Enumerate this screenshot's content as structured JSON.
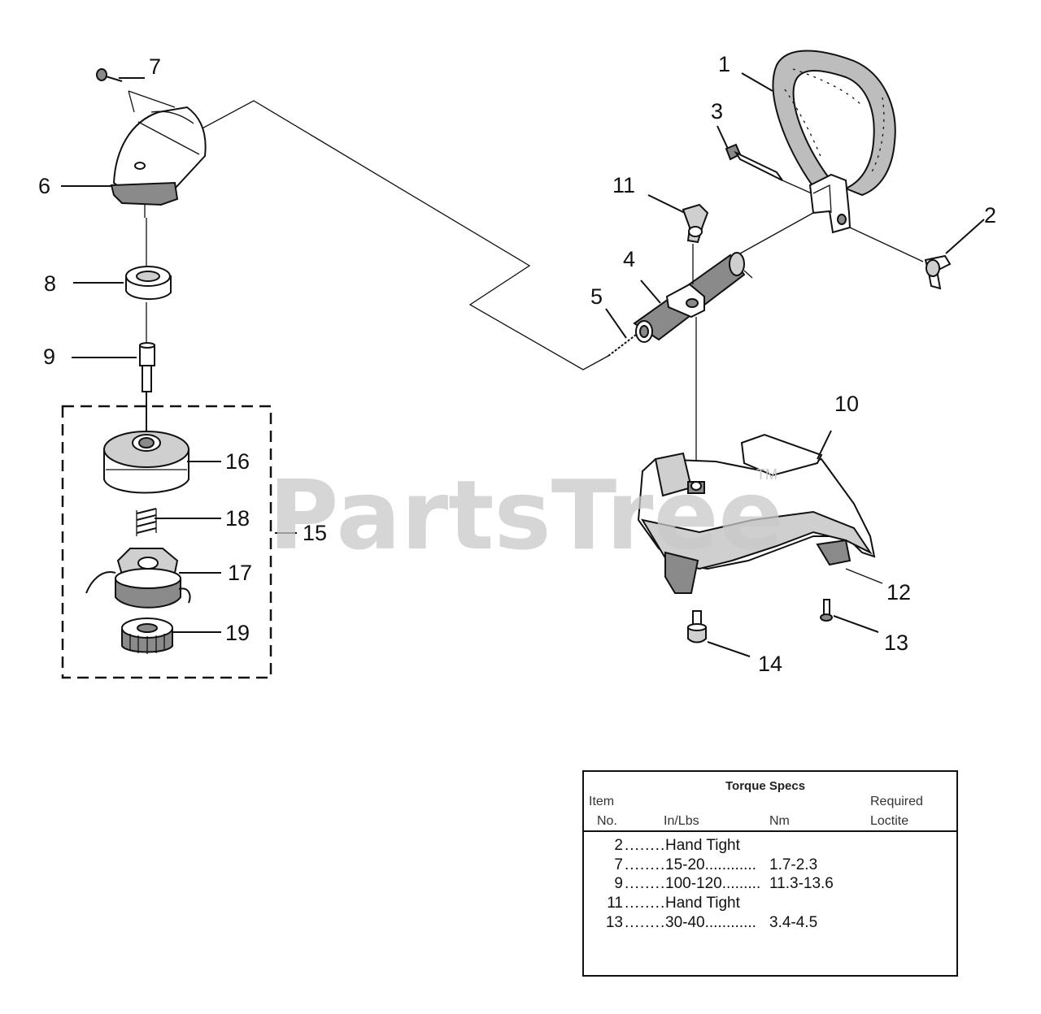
{
  "watermark": {
    "text": "PartsTree",
    "trademark": "TM"
  },
  "callouts": [
    {
      "id": "c1",
      "label": "1"
    },
    {
      "id": "c2",
      "label": "2"
    },
    {
      "id": "c3",
      "label": "3"
    },
    {
      "id": "c4",
      "label": "4"
    },
    {
      "id": "c5",
      "label": "5"
    },
    {
      "id": "c6",
      "label": "6"
    },
    {
      "id": "c7",
      "label": "7"
    },
    {
      "id": "c8",
      "label": "8"
    },
    {
      "id": "c9",
      "label": "9"
    },
    {
      "id": "c10",
      "label": "10"
    },
    {
      "id": "c11",
      "label": "11"
    },
    {
      "id": "c12",
      "label": "12"
    },
    {
      "id": "c13",
      "label": "13"
    },
    {
      "id": "c14",
      "label": "14"
    },
    {
      "id": "c15",
      "label": "15"
    },
    {
      "id": "c16",
      "label": "16"
    },
    {
      "id": "c17",
      "label": "17"
    },
    {
      "id": "c18",
      "label": "18"
    },
    {
      "id": "c19",
      "label": "19"
    }
  ],
  "torque_table": {
    "title": "Torque Specs",
    "headers": {
      "item_line1": "Item",
      "item_line2": "No.",
      "inlbs": "In/Lbs",
      "nm": "Nm",
      "loctite_line1": "Required",
      "loctite_line2": "Loctite"
    },
    "rows": [
      {
        "item": "2",
        "dots1": "........",
        "inlbs": "Hand Tight",
        "nm": ""
      },
      {
        "item": "7",
        "dots1": "........",
        "inlbs": "15-20............",
        "nm": "1.7-2.3"
      },
      {
        "item": "9",
        "dots1": "........",
        "inlbs": "100-120.........",
        "nm": "11.3-13.6"
      },
      {
        "item": "11",
        "dots1": "........",
        "inlbs": "Hand Tight",
        "nm": ""
      },
      {
        "item": "13",
        "dots1": "........",
        "inlbs": "30-40............",
        "nm": "3.4-4.5"
      }
    ]
  }
}
